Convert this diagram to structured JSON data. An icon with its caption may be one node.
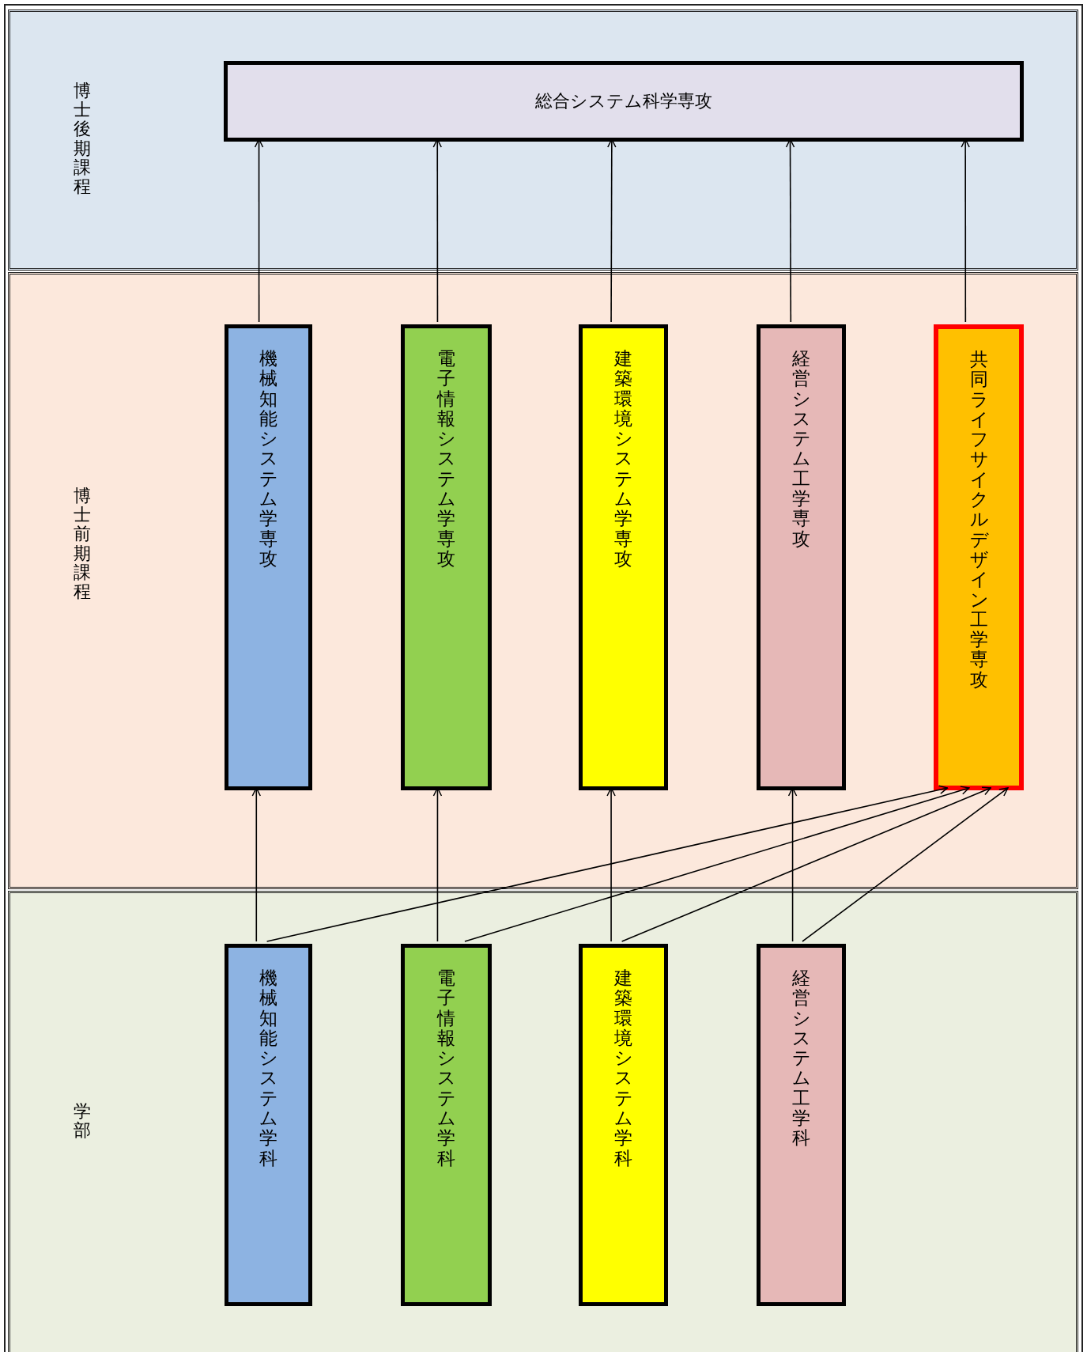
{
  "diagram": {
    "nodes": [
      {
        "text": [
          "博士後期課程"
        ]
      },
      {
        "text": [
          "総合システム科学専攻"
        ],
        "in": 0
      },
      {
        "text": [
          "博士前期課程"
        ]
      },
      {
        "text": [
          "機械知能システム学専攻"
        ],
        "in": 2
      },
      {
        "text": [
          "電子情報システム学専攻"
        ],
        "in": 2
      },
      {
        "text": [
          "建築環境システム学専攻"
        ],
        "in": 2
      },
      {
        "text": [
          "経営システム工学専攻"
        ],
        "in": 2
      },
      {
        "text": [
          "共同ライフサイクルデザイン工学専攻"
        ],
        "in": 2
      },
      {
        "text": [
          "学部"
        ]
      },
      {
        "text": [
          "機械知能システム学科"
        ],
        "in": 8
      },
      {
        "text": [
          "電子情報システム学科"
        ],
        "in": 8
      },
      {
        "text": [
          "建築環境システム学科"
        ],
        "in": 8
      },
      {
        "text": [
          "経営システム工学科"
        ],
        "in": 8
      }
    ],
    "edges": [
      {
        "from": 3,
        "to": 1,
        "arrow": "to"
      },
      {
        "from": 4,
        "to": 1,
        "arrow": "to"
      },
      {
        "from": 5,
        "to": 1,
        "arrow": "to"
      },
      {
        "from": 6,
        "to": 1,
        "arrow": "to"
      },
      {
        "from": 7,
        "to": 1,
        "arrow": "to"
      },
      {
        "from": 9,
        "to": 3,
        "arrow": "to"
      },
      {
        "from": 10,
        "to": 4,
        "arrow": "to"
      },
      {
        "from": 11,
        "to": 5,
        "arrow": "to"
      },
      {
        "from": 12,
        "to": 6,
        "arrow": "to"
      },
      {
        "from": 9,
        "to": 7,
        "arrow": "to"
      },
      {
        "from": 10,
        "to": 7,
        "arrow": "to"
      },
      {
        "from": 11,
        "to": 7,
        "arrow": "to"
      },
      {
        "from": 12,
        "to": 7,
        "arrow": "to"
      }
    ]
  }
}
